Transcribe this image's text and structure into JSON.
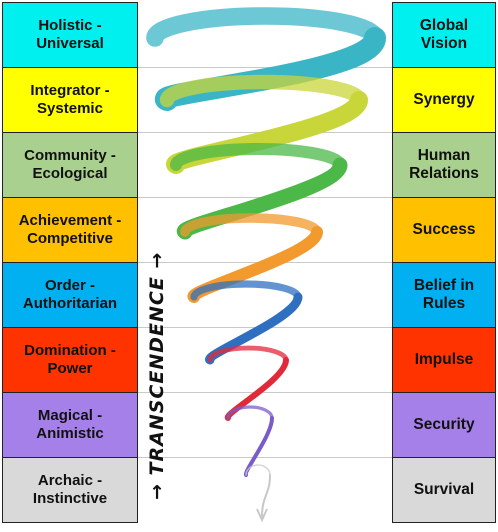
{
  "left_levels": [
    {
      "label": "Holistic -\nUniversal",
      "color": "#00f0f0"
    },
    {
      "label": "Integrator -\nSystemic",
      "color": "#ffff00"
    },
    {
      "label": "Community -\nEcological",
      "color": "#a9d08e"
    },
    {
      "label": "Achievement -\nCompetitive",
      "color": "#ffc000"
    },
    {
      "label": "Order -\nAuthoritarian",
      "color": "#00b0f0"
    },
    {
      "label": "Domination -\nPower",
      "color": "#ff3300"
    },
    {
      "label": "Magical -\nAnimistic",
      "color": "#a580e8"
    },
    {
      "label": "Archaic -\nInstinctive",
      "color": "#d9d9d9"
    }
  ],
  "right_levels": [
    {
      "label": "Global\nVision",
      "color": "#00f0f0"
    },
    {
      "label": "Synergy",
      "color": "#ffff00"
    },
    {
      "label": "Human\nRelations",
      "color": "#a9d08e"
    },
    {
      "label": "Success",
      "color": "#ffc000"
    },
    {
      "label": "Belief in\nRules",
      "color": "#00b0f0"
    },
    {
      "label": "Impulse",
      "color": "#ff3300"
    },
    {
      "label": "Security",
      "color": "#a580e8"
    },
    {
      "label": "Survival",
      "color": "#d9d9d9"
    }
  ],
  "transcendence_label": "→ TRANSCENDENCE →",
  "spiral_colors": [
    "#3ab5c6",
    "#c8d63a",
    "#4cb848",
    "#f29a2e",
    "#2f6fc0",
    "#e02a3a",
    "#7a5cc8",
    "#c8c8c8"
  ]
}
